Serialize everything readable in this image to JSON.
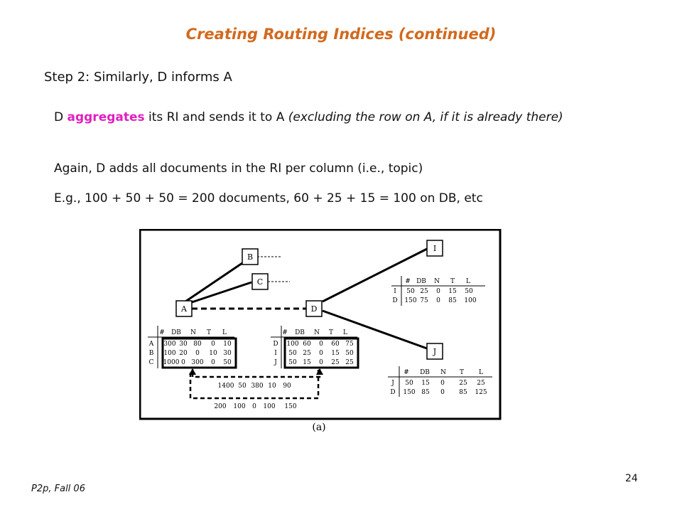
{
  "slide": {
    "title": "Creating Routing Indices (continued)",
    "step": "Step 2: Similarly, D informs A",
    "bullet1": {
      "pre": "D ",
      "keyword": "aggregates",
      "mid": " its RI and sends it to A ",
      "italic": "(excluding the row on A, if it is already there)"
    },
    "bullet2": "Again, D adds all documents in the RI per column (i.e., topic)",
    "bullet3": "E.g., 100 + 50 + 50 = 200 documents, 60 + 25 + 15 = 100 on DB, etc",
    "footer": "P2p, Fall 06",
    "page_number": "24"
  },
  "colors": {
    "title": "#d2691e",
    "keyword": "#e020c0"
  },
  "diagram": {
    "caption": "(a)",
    "nodes": {
      "A": "A",
      "B": "B",
      "C": "C",
      "D": "D",
      "I": "I",
      "J": "J"
    },
    "header": [
      "#",
      "DB",
      "N",
      "T",
      "L"
    ],
    "table_A": [
      [
        "A",
        "300",
        "30",
        "80",
        "0",
        "10"
      ],
      [
        "B",
        "100",
        "20",
        "0",
        "10",
        "30"
      ],
      [
        "C",
        "1000",
        "0",
        "300",
        "0",
        "50"
      ]
    ],
    "table_D": [
      [
        "D",
        "100",
        "60",
        "0",
        "60",
        "75"
      ],
      [
        "I",
        "50",
        "25",
        "0",
        "15",
        "50"
      ],
      [
        "J",
        "50",
        "15",
        "0",
        "25",
        "25"
      ]
    ],
    "table_I": [
      [
        "I",
        "50",
        "25",
        "0",
        "15",
        "50"
      ],
      [
        "D",
        "150",
        "75",
        "0",
        "85",
        "100"
      ]
    ],
    "table_J": [
      [
        "J",
        "50",
        "15",
        "0",
        "25",
        "25"
      ],
      [
        "D",
        "150",
        "85",
        "0",
        "85",
        "125"
      ]
    ],
    "aggregate_top": [
      "1400",
      "50",
      "380",
      "10",
      "90"
    ],
    "aggregate_bottom": [
      "200",
      "100",
      "0",
      "100",
      "150"
    ]
  }
}
